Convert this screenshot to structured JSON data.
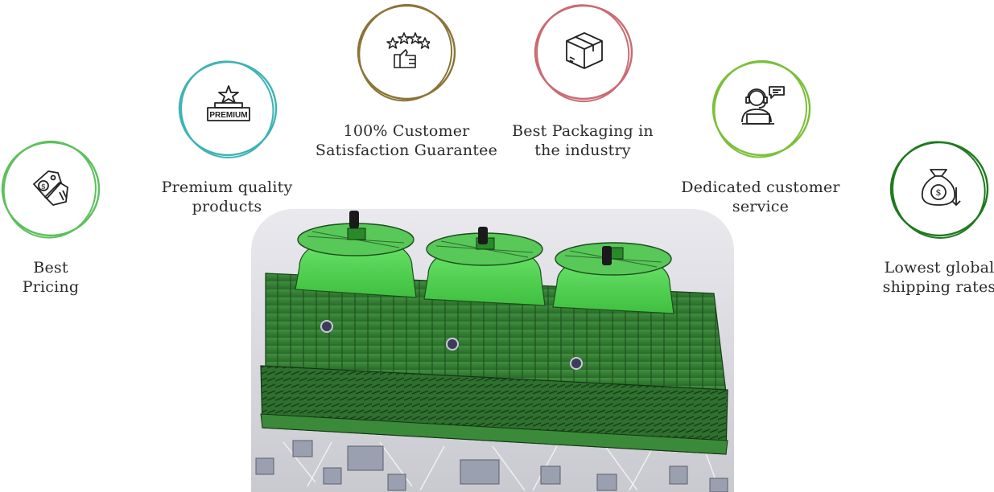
{
  "features": [
    {
      "id": "pricing",
      "label_lines": [
        "Best",
        "Pricing"
      ],
      "icon": "price-tag-icon",
      "color": "#5cc05c"
    },
    {
      "id": "premium",
      "label_lines": [
        "Premium quality",
        "products"
      ],
      "icon": "premium-badge-icon",
      "color": "#3fb3b3",
      "badge_text": "PREMIUM"
    },
    {
      "id": "satisfaction",
      "label_lines": [
        "100% Customer",
        "Satisfaction Guarantee"
      ],
      "icon": "thumbs-up-stars-icon",
      "color": "#8a7436"
    },
    {
      "id": "packaging",
      "label_lines": [
        "Best Packaging in",
        "the industry"
      ],
      "icon": "package-box-icon",
      "color": "#c96b73"
    },
    {
      "id": "service",
      "label_lines": [
        "Dedicated customer",
        "service"
      ],
      "icon": "customer-support-icon",
      "color": "#7bbf3a"
    },
    {
      "id": "shipping",
      "label_lines": [
        "Lowest global",
        "shipping rates"
      ],
      "icon": "money-bag-down-icon",
      "color": "#1f7a1f"
    }
  ],
  "product_image": {
    "subject": "cooling-tower-3d-render",
    "body_color": "#3c8a3c",
    "fan_color": "#4fd24f"
  }
}
